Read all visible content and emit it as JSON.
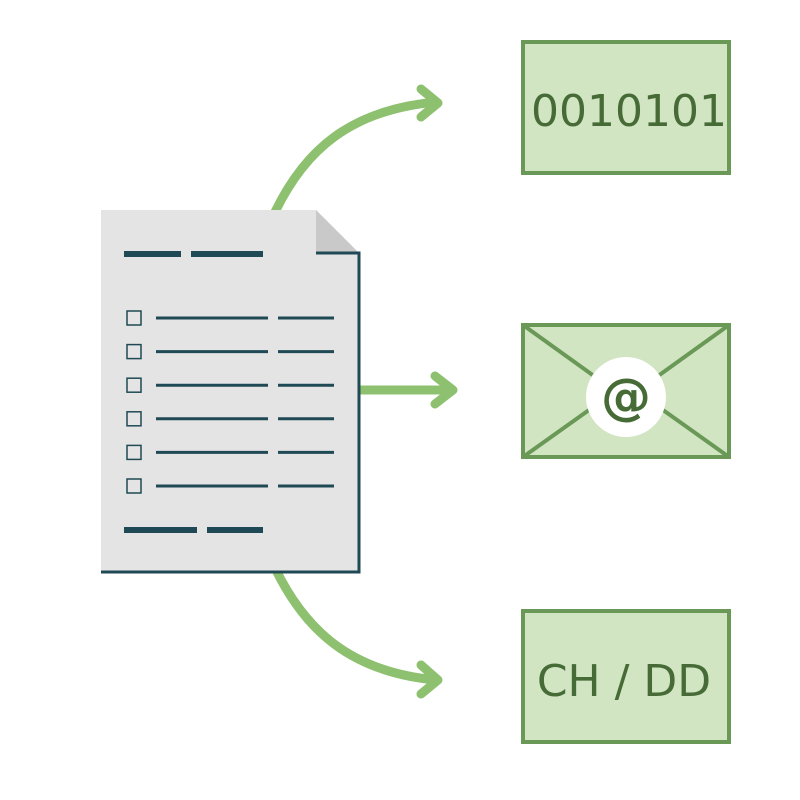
{
  "colors": {
    "arrow": "#8dc16f",
    "box_fill": "#d1e5c2",
    "box_border": "#6a9957",
    "box_text": "#466b36",
    "document_fill": "#e4e4e4",
    "document_fold": "#c9c9c9",
    "document_lines": "#1f4a55",
    "at_symbol_bg": "#ffffff"
  },
  "document": {
    "icon": "document-icon",
    "checkbox_rows": 6
  },
  "targets": {
    "binary": {
      "icon": "binary-box",
      "label": "0010101"
    },
    "email": {
      "icon": "envelope-icon",
      "symbol": "@"
    },
    "region": {
      "icon": "region-box",
      "label": "CH / DD"
    }
  }
}
